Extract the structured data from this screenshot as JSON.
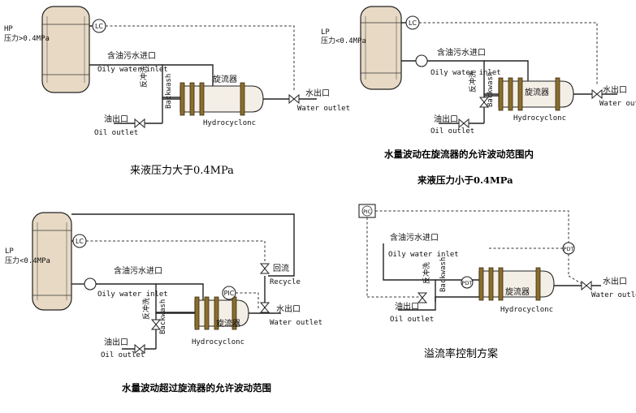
{
  "diagrams": [
    {
      "id": "hp",
      "vessel_pressure": "HP\n压力>0.4MPa",
      "vessel_pressure_line1": "HP",
      "vessel_pressure_line2": "压力>0.4MPa",
      "controller": "LC",
      "inlet_cn": "含油污水进口",
      "inlet_en": "Oily water inlet",
      "backwash_cn": "反冲洗",
      "backwash_en": "Backwash",
      "hydrocyclone_cn": "旋流器",
      "hydrocyclone_en": "Hydrocyclonc",
      "water_outlet_cn": "水出口",
      "water_outlet_en": "Water outlet",
      "oil_outlet_cn": "油出口",
      "oil_outlet_en": "Oil outlet",
      "caption": "来液压力大于0.4MPa"
    },
    {
      "id": "lp",
      "vessel_pressure_line1": "LP",
      "vessel_pressure_line2": "压力<0.4MPa",
      "controller": "LC",
      "inlet_cn": "含油污水进口",
      "inlet_en": "Oily water inlet",
      "backwash_cn": "反冲洗",
      "backwash_en": "Backwash",
      "hydrocyclone_cn": "旋流器",
      "hydrocyclone_en": "Hydrocyclonc",
      "water_outlet_cn": "水出口",
      "water_outlet_en": "Water outlet",
      "oil_outlet_cn": "油出口",
      "oil_outlet_en": "Oil outlet",
      "caption_line1": "水量波动在旋流器的允许波动范围内",
      "caption_line2": "来液压力小于0.4MPa"
    },
    {
      "id": "recycle",
      "vessel_pressure_line1": "LP",
      "vessel_pressure_line2": "压力<0.4MPa",
      "controller": "LC",
      "pic": "PIC",
      "inlet_cn": "含油污水进口",
      "inlet_en": "Oily water inlet",
      "backwash_cn": "反冲洗",
      "backwash_en": "Backwash",
      "hydrocyclone_cn": "旋流器",
      "hydrocyclone_en": "Hydrocyclonc",
      "recycle_cn": "回流",
      "recycle_en": "Recycle",
      "water_outlet_cn": "水出口",
      "water_outlet_en": "Water outlet",
      "oil_outlet_cn": "油出口",
      "oil_outlet_en": "Oil outlet",
      "caption": "水量波动超过旋流器的允许波动范围"
    },
    {
      "id": "split",
      "pic": "PIC",
      "pdt1": "PDT",
      "pdt2": "PDT",
      "inlet_cn": "含油污水进口",
      "inlet_en": "Oily water inlet",
      "backwash_cn": "反冲洗",
      "backwash_en": "Backwash",
      "hydrocyclone_cn": "旋流器",
      "hydrocyclone_en": "Hydrocyclonc",
      "water_outlet_cn": "水出口",
      "water_outlet_en": "Water outlet",
      "oil_outlet_cn": "油出口",
      "oil_outlet_en": "Oil outlet",
      "caption": "溢流率控制方案"
    }
  ]
}
